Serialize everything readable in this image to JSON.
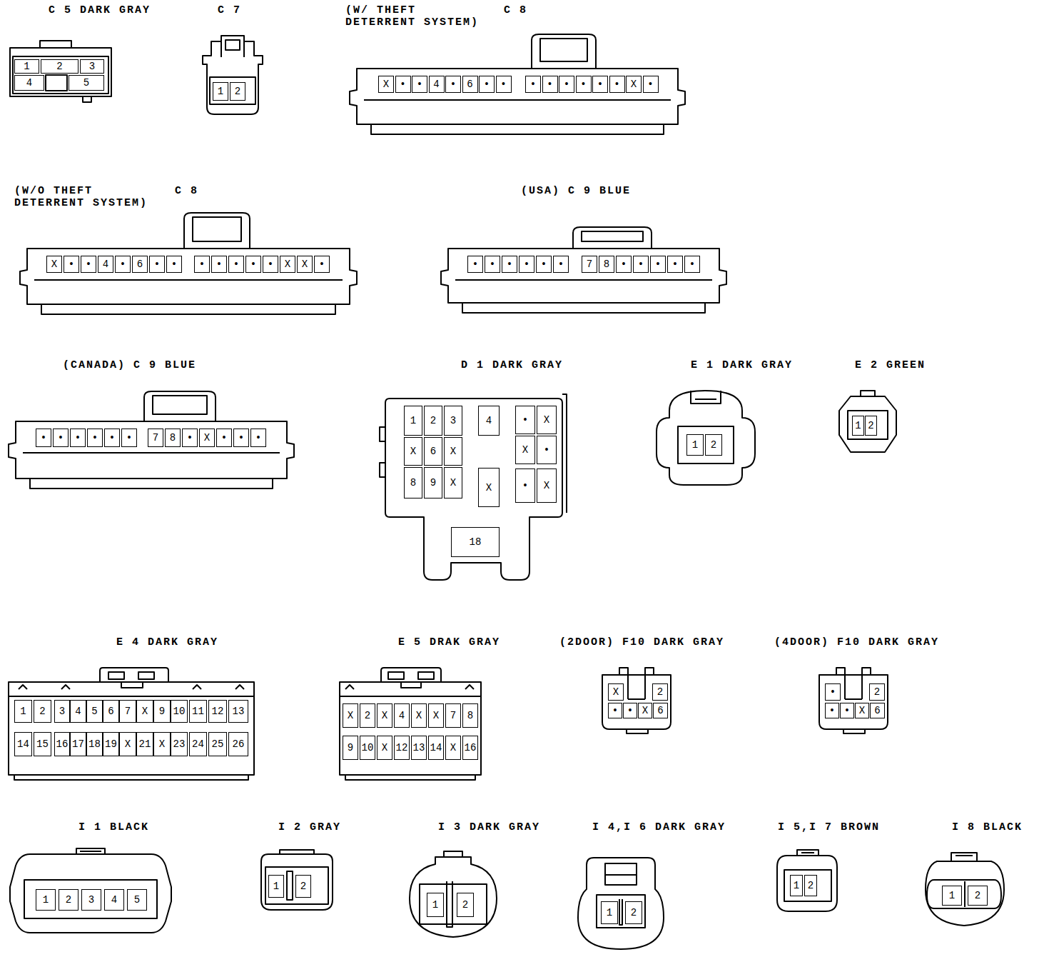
{
  "diagram": {
    "nodes": [
      {
        "text": [
          "C 5 DARK GRAY"
        ]
      },
      {
        "text": [
          "1"
        ],
        "in": 0
      },
      {
        "text": [
          "2"
        ],
        "in": 0
      },
      {
        "text": [
          "3"
        ],
        "in": 0
      },
      {
        "text": [
          "4"
        ],
        "in": 0
      },
      {
        "text": [
          "5"
        ],
        "in": 0
      },
      {
        "text": [
          "C 7"
        ]
      },
      {
        "text": [
          "1"
        ],
        "in": 6
      },
      {
        "text": [
          "2"
        ],
        "in": 6
      },
      {
        "text": [
          "(W/ THEFT DETERRENT SYSTEM)",
          "C 8"
        ]
      },
      {
        "text": [
          "X"
        ],
        "in": 9
      },
      {
        "text": [
          "•"
        ],
        "in": 9
      },
      {
        "text": [
          "•"
        ],
        "in": 9
      },
      {
        "text": [
          "4"
        ],
        "in": 9
      },
      {
        "text": [
          "•"
        ],
        "in": 9
      },
      {
        "text": [
          "6"
        ],
        "in": 9
      },
      {
        "text": [
          "•"
        ],
        "in": 9
      },
      {
        "text": [
          "•"
        ],
        "in": 9
      },
      {
        "text": [
          "•"
        ],
        "in": 9
      },
      {
        "text": [
          "•"
        ],
        "in": 9
      },
      {
        "text": [
          "•"
        ],
        "in": 9
      },
      {
        "text": [
          "•"
        ],
        "in": 9
      },
      {
        "text": [
          "•"
        ],
        "in": 9
      },
      {
        "text": [
          "•"
        ],
        "in": 9
      },
      {
        "text": [
          "X"
        ],
        "in": 9
      },
      {
        "text": [
          "•"
        ],
        "in": 9
      },
      {
        "text": [
          "(W/O THEFT DETERRENT SYSTEM)",
          "C 8"
        ]
      },
      {
        "text": [
          "X"
        ],
        "in": 26
      },
      {
        "text": [
          "•"
        ],
        "in": 26
      },
      {
        "text": [
          "•"
        ],
        "in": 26
      },
      {
        "text": [
          "4"
        ],
        "in": 26
      },
      {
        "text": [
          "•"
        ],
        "in": 26
      },
      {
        "text": [
          "6"
        ],
        "in": 26
      },
      {
        "text": [
          "•"
        ],
        "in": 26
      },
      {
        "text": [
          "•"
        ],
        "in": 26
      },
      {
        "text": [
          "•"
        ],
        "in": 26
      },
      {
        "text": [
          "•"
        ],
        "in": 26
      },
      {
        "text": [
          "•"
        ],
        "in": 26
      },
      {
        "text": [
          "•"
        ],
        "in": 26
      },
      {
        "text": [
          "•"
        ],
        "in": 26
      },
      {
        "text": [
          "X"
        ],
        "in": 26
      },
      {
        "text": [
          "X"
        ],
        "in": 26
      },
      {
        "text": [
          "•"
        ],
        "in": 26
      },
      {
        "text": [
          "(USA) C 9 BLUE"
        ]
      },
      {
        "text": [
          "•"
        ],
        "in": 43
      },
      {
        "text": [
          "•"
        ],
        "in": 43
      },
      {
        "text": [
          "•"
        ],
        "in": 43
      },
      {
        "text": [
          "•"
        ],
        "in": 43
      },
      {
        "text": [
          "•"
        ],
        "in": 43
      },
      {
        "text": [
          "•"
        ],
        "in": 43
      },
      {
        "text": [
          "7"
        ],
        "in": 43
      },
      {
        "text": [
          "8"
        ],
        "in": 43
      },
      {
        "text": [
          "•"
        ],
        "in": 43
      },
      {
        "text": [
          "•"
        ],
        "in": 43
      },
      {
        "text": [
          "•"
        ],
        "in": 43
      },
      {
        "text": [
          "•"
        ],
        "in": 43
      },
      {
        "text": [
          "•"
        ],
        "in": 43
      },
      {
        "text": [
          "(CANADA) C 9 BLUE"
        ]
      },
      {
        "text": [
          "•"
        ],
        "in": 57
      },
      {
        "text": [
          "•"
        ],
        "in": 57
      },
      {
        "text": [
          "•"
        ],
        "in": 57
      },
      {
        "text": [
          "•"
        ],
        "in": 57
      },
      {
        "text": [
          "•"
        ],
        "in": 57
      },
      {
        "text": [
          "•"
        ],
        "in": 57
      },
      {
        "text": [
          "7"
        ],
        "in": 57
      },
      {
        "text": [
          "8"
        ],
        "in": 57
      },
      {
        "text": [
          "•"
        ],
        "in": 57
      },
      {
        "text": [
          "X"
        ],
        "in": 57
      },
      {
        "text": [
          "•"
        ],
        "in": 57
      },
      {
        "text": [
          "•"
        ],
        "in": 57
      },
      {
        "text": [
          "•"
        ],
        "in": 57
      },
      {
        "text": [
          "D 1 DARK GRAY"
        ]
      },
      {
        "text": [
          "1"
        ],
        "in": 71
      },
      {
        "text": [
          "2"
        ],
        "in": 71
      },
      {
        "text": [
          "3"
        ],
        "in": 71
      },
      {
        "text": [
          "4"
        ],
        "in": 71
      },
      {
        "text": [
          "•"
        ],
        "in": 71
      },
      {
        "text": [
          "X"
        ],
        "in": 71
      },
      {
        "text": [
          "X"
        ],
        "in": 71
      },
      {
        "text": [
          "6"
        ],
        "in": 71
      },
      {
        "text": [
          "X"
        ],
        "in": 71
      },
      {
        "text": [
          "X"
        ],
        "in": 71
      },
      {
        "text": [
          "•"
        ],
        "in": 71
      },
      {
        "text": [
          "8"
        ],
        "in": 71
      },
      {
        "text": [
          "9"
        ],
        "in": 71
      },
      {
        "text": [
          "X"
        ],
        "in": 71
      },
      {
        "text": [
          "X"
        ],
        "in": 71
      },
      {
        "text": [
          "•"
        ],
        "in": 71
      },
      {
        "text": [
          "X"
        ],
        "in": 71
      },
      {
        "text": [
          "18"
        ],
        "in": 71
      },
      {
        "text": [
          "E 1 DARK GRAY"
        ]
      },
      {
        "text": [
          "1"
        ],
        "in": 90
      },
      {
        "text": [
          "2"
        ],
        "in": 90
      },
      {
        "text": [
          "E 2 GREEN"
        ]
      },
      {
        "text": [
          "1"
        ],
        "in": 93
      },
      {
        "text": [
          "2"
        ],
        "in": 93
      },
      {
        "text": [
          "E 4 DARK GRAY"
        ]
      },
      {
        "text": [
          "1"
        ],
        "in": 96
      },
      {
        "text": [
          "2"
        ],
        "in": 96
      },
      {
        "text": [
          "3"
        ],
        "in": 96
      },
      {
        "text": [
          "4"
        ],
        "in": 96
      },
      {
        "text": [
          "5"
        ],
        "in": 96
      },
      {
        "text": [
          "6"
        ],
        "in": 96
      },
      {
        "text": [
          "7"
        ],
        "in": 96
      },
      {
        "text": [
          "X"
        ],
        "in": 96
      },
      {
        "text": [
          "9"
        ],
        "in": 96
      },
      {
        "text": [
          "10"
        ],
        "in": 96
      },
      {
        "text": [
          "11"
        ],
        "in": 96
      },
      {
        "text": [
          "12"
        ],
        "in": 96
      },
      {
        "text": [
          "13"
        ],
        "in": 96
      },
      {
        "text": [
          "14"
        ],
        "in": 96
      },
      {
        "text": [
          "15"
        ],
        "in": 96
      },
      {
        "text": [
          "16"
        ],
        "in": 96
      },
      {
        "text": [
          "17"
        ],
        "in": 96
      },
      {
        "text": [
          "18"
        ],
        "in": 96
      },
      {
        "text": [
          "19"
        ],
        "in": 96
      },
      {
        "text": [
          "X"
        ],
        "in": 96
      },
      {
        "text": [
          "21"
        ],
        "in": 96
      },
      {
        "text": [
          "X"
        ],
        "in": 96
      },
      {
        "text": [
          "23"
        ],
        "in": 96
      },
      {
        "text": [
          "24"
        ],
        "in": 96
      },
      {
        "text": [
          "25"
        ],
        "in": 96
      },
      {
        "text": [
          "26"
        ],
        "in": 96
      },
      {
        "text": [
          "E 5 DRAK GRAY"
        ]
      },
      {
        "text": [
          "X"
        ],
        "in": 123
      },
      {
        "text": [
          "2"
        ],
        "in": 123
      },
      {
        "text": [
          "X"
        ],
        "in": 123
      },
      {
        "text": [
          "4"
        ],
        "in": 123
      },
      {
        "text": [
          "X"
        ],
        "in": 123
      },
      {
        "text": [
          "X"
        ],
        "in": 123
      },
      {
        "text": [
          "7"
        ],
        "in": 123
      },
      {
        "text": [
          "8"
        ],
        "in": 123
      },
      {
        "text": [
          "9"
        ],
        "in": 123
      },
      {
        "text": [
          "10"
        ],
        "in": 123
      },
      {
        "text": [
          "X"
        ],
        "in": 123
      },
      {
        "text": [
          "12"
        ],
        "in": 123
      },
      {
        "text": [
          "13"
        ],
        "in": 123
      },
      {
        "text": [
          "14"
        ],
        "in": 123
      },
      {
        "text": [
          "X"
        ],
        "in": 123
      },
      {
        "text": [
          "16"
        ],
        "in": 123
      },
      {
        "text": [
          "(2DOOR) F10 DARK GRAY"
        ]
      },
      {
        "text": [
          "X"
        ],
        "in": 140
      },
      {
        "text": [
          "2"
        ],
        "in": 140
      },
      {
        "text": [
          "•"
        ],
        "in": 140
      },
      {
        "text": [
          "•"
        ],
        "in": 140
      },
      {
        "text": [
          "X"
        ],
        "in": 140
      },
      {
        "text": [
          "6"
        ],
        "in": 140
      },
      {
        "text": [
          "(4DOOR) F10 DARK GRAY"
        ]
      },
      {
        "text": [
          "•"
        ],
        "in": 147
      },
      {
        "text": [
          "2"
        ],
        "in": 147
      },
      {
        "text": [
          "•"
        ],
        "in": 147
      },
      {
        "text": [
          "•"
        ],
        "in": 147
      },
      {
        "text": [
          "X"
        ],
        "in": 147
      },
      {
        "text": [
          "6"
        ],
        "in": 147
      },
      {
        "text": [
          "I 1 BLACK"
        ]
      },
      {
        "text": [
          "1"
        ],
        "in": 154
      },
      {
        "text": [
          "2"
        ],
        "in": 154
      },
      {
        "text": [
          "3"
        ],
        "in": 154
      },
      {
        "text": [
          "4"
        ],
        "in": 154
      },
      {
        "text": [
          "5"
        ],
        "in": 154
      },
      {
        "text": [
          "I 2 GRAY"
        ]
      },
      {
        "text": [
          "1"
        ],
        "in": 160
      },
      {
        "text": [
          "2"
        ],
        "in": 160
      },
      {
        "text": [
          "I 3 DARK GRAY"
        ]
      },
      {
        "text": [
          "1"
        ],
        "in": 163
      },
      {
        "text": [
          "2"
        ],
        "in": 163
      },
      {
        "text": [
          "I 4,I 6 DARK GRAY"
        ]
      },
      {
        "text": [
          "1"
        ],
        "in": 166
      },
      {
        "text": [
          "2"
        ],
        "in": 166
      },
      {
        "text": [
          "I 5,I 7 BROWN"
        ]
      },
      {
        "text": [
          "1"
        ],
        "in": 169
      },
      {
        "text": [
          "2"
        ],
        "in": 169
      },
      {
        "text": [
          "I 8 BLACK"
        ]
      },
      {
        "text": [
          "1"
        ],
        "in": 172
      },
      {
        "text": [
          "2"
        ],
        "in": 172
      }
    ]
  }
}
